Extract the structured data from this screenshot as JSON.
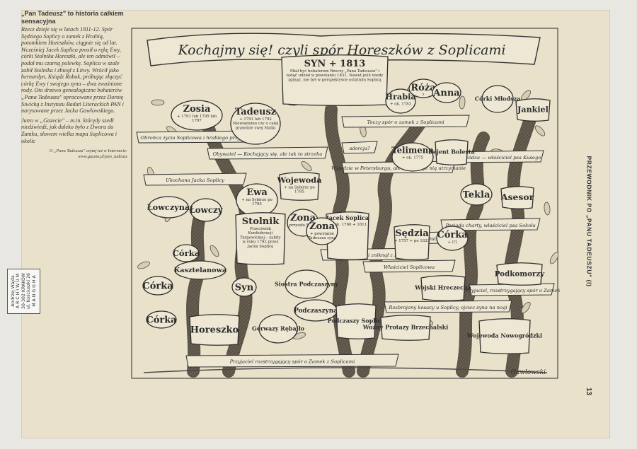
{
  "sidebar": {
    "headline": "„Pan Tadeusz\" to historia całkiem sensacyjna",
    "body": "Rzecz dzieje się w latach 1811-12. Spór Sędziego Soplicy o zamek z Hrabią, potomkiem Horeszków, ciągnie się od lat. Wcześniej Jacek Soplica prosił o rękę Ewy, córki Stolnika Horeszki, ale ten odmówił – podał mu czarną polewkę. Soplica w szale zabił Stolnika i zbiegł z Litwy. Wrócił jako bernardyn, Ksiądz Robak, próbując złączyć córkę Ewy i swojego syna – dwa zwaśnione rody. Oto drzewo genealogiczne bohaterów „Pana Tadeusza\" opracowane przez Dorotę Siwicką z Instytutu Badań Literackich PAN i narysowane przez Jacka Gawłowskiego.",
    "body2": "Jutro w „Gazecie\" – m.in. którędy szedł niedźwiedź, jak daleko było z Dworu do Zamku, słowem wielka mapa Soplicowa i okolic",
    "note": "O „Panu Tadeuszu\" czytaj też w Internecie: www.gazeta.pl/pan_tadeusz"
  },
  "stamp": {
    "line1": "Andrzej Wajda",
    "line2": "A R C H I W U M",
    "line3": "30-302 KRAKÓW",
    "line4": "ul. Kościuszki 26",
    "line5": "M A N G G H A"
  },
  "side_title": "PRZEWODNIK PO „PANU TADEUSZU\" (I)",
  "page_number": "13",
  "drawing": {
    "title": "Kochajmy się! czyli spór Horeszków z Soplicami",
    "signature": "Gawłowski",
    "nodes": [
      {
        "label": "Zosia",
        "sub": "+ 1791 lub 1795 lub 1797"
      },
      {
        "label": "Tadeusz",
        "sub": "+ 1791 lub 1792 Niewiadomo czy o całej prawdzie swej Matki"
      },
      {
        "label": "SYN + 1813",
        "sub": "Miał być bohaterem Rzeczy „Pana Tadeusza\" i wziąć udział w powstaniu 1831. Nawet jeśli wiedy zginąć, nie był w perspektywie ostatnim Soplicą"
      },
      {
        "label": "Hrabia",
        "sub": "+ ok. 1783"
      },
      {
        "label": "Róża",
        "sub": "?"
      },
      {
        "label": "Anna",
        "sub": ""
      },
      {
        "label": "Córki Młodsza",
        "sub": ""
      },
      {
        "label": "Jankiel",
        "sub": ""
      },
      {
        "label": "Telimena",
        "sub": "+ ok. 1775"
      },
      {
        "label": "Rejent Bolesta",
        "sub": ""
      },
      {
        "label": "Ewa",
        "sub": "+ na Sybirze po 1795"
      },
      {
        "label": "Wojewoda",
        "sub": "+ na Sybirze po 1795"
      },
      {
        "label": "Łowczy",
        "sub": ""
      },
      {
        "label": "Łowczyna",
        "sub": ""
      },
      {
        "label": "Stolnik",
        "sub": "Przeciwnik Konfederacji Targowickiej – zabity w roku 1792 przez Jacka Soplicę"
      },
      {
        "label": "Zona",
        "sub": "przyszła Mąża"
      },
      {
        "label": "Jacek Soplica",
        "sub": "ur. ok. 1760 + 1811"
      },
      {
        "label": "Żona",
        "sub": "+ powstanie Tadeusza syna"
      },
      {
        "label": "Sędzia",
        "sub": "+ 1757 + po 1833"
      },
      {
        "label": "Córka",
        "sub": "+ (?)"
      },
      {
        "label": "Tekla",
        "sub": ""
      },
      {
        "label": "Asesor",
        "sub": ""
      },
      {
        "label": "Córka",
        "sub": ""
      },
      {
        "label": "Kasztelanowa",
        "sub": ""
      },
      {
        "label": "Siostra Podczaszyny",
        "sub": ""
      },
      {
        "label": "Syn",
        "sub": ""
      },
      {
        "label": "Córka",
        "sub": ""
      },
      {
        "label": "Córka",
        "sub": ""
      },
      {
        "label": "Horeszko",
        "sub": ""
      },
      {
        "label": "Gerwazy Rębajło",
        "sub": ""
      },
      {
        "label": "Podczaszyna",
        "sub": ""
      },
      {
        "label": "Podczaszy Soplica",
        "sub": ""
      },
      {
        "label": "Woźny Protazy Brzechalski",
        "sub": ""
      },
      {
        "label": "Wojski Hreczecha",
        "sub": ""
      },
      {
        "label": "Podkomorzy",
        "sub": ""
      },
      {
        "label": "Wojewoda Nowogródzki",
        "sub": ""
      }
    ],
    "bands": [
      "Obrońca życia Soplicowa i hrabiego przyjaciel",
      "Obywatel — Kochający się, ale tak to strzeba",
      "Ukochana Jacka Soplicy",
      "Toczy spór o zamek z Soplicami",
      "Wyjedzie w Petersburgu, ale zachowuje nią utrzymanie",
      "Tylko dowódca — właściciel psa Kusego",
      "adorcja?",
      "Zabił Stolnika i zniknął z Litwy",
      "Właściciel Soplicowa",
      "Posiada charty, właściciel psa Sokoła",
      "Rozbrojony kosacy u Soplicy, ojciec syna na nogi",
      "Przyjaciel, rozstrzygający spór o Zamek",
      "Przyjaciel rozstrzygający spór o Zamek z Soplicami",
      "narzeczeństwo"
    ]
  }
}
